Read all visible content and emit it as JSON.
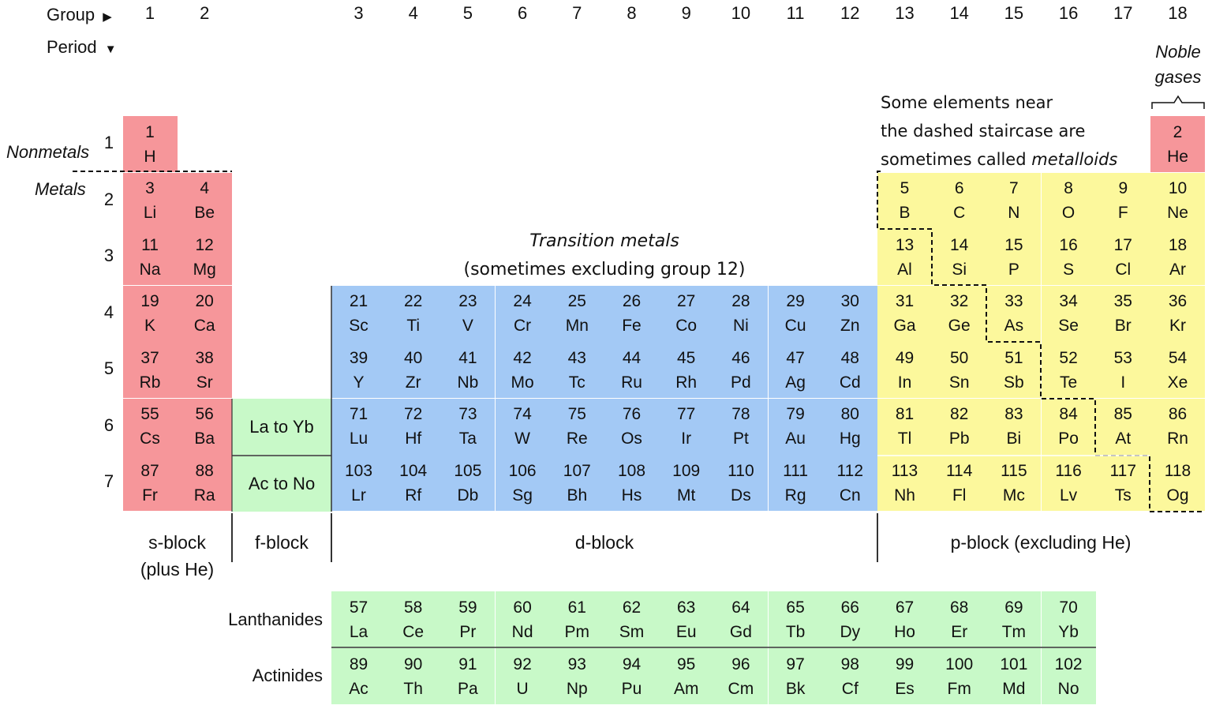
{
  "header": {
    "group_label": "Group",
    "group_arrow": "▶",
    "period_label": "Period",
    "period_arrow": "▼"
  },
  "groups": [
    "1",
    "2",
    "3",
    "4",
    "5",
    "6",
    "7",
    "8",
    "9",
    "10",
    "11",
    "12",
    "13",
    "14",
    "15",
    "16",
    "17",
    "18"
  ],
  "periods": [
    "1",
    "2",
    "3",
    "4",
    "5",
    "6",
    "7"
  ],
  "labels": {
    "nonmetals": "Nonmetals",
    "metals": "Metals",
    "noble_gases_line1": "Noble",
    "noble_gases_line2": "gases",
    "transition_metals": "Transition metals",
    "transition_note": "(sometimes excluding group 12)",
    "metalloids_line1": "Some elements near",
    "metalloids_line2": "the dashed staircase are",
    "metalloids_line3_prefix": "sometimes called ",
    "metalloids_line3_em": "metalloids",
    "la_yb": "La to Yb",
    "ac_no": "Ac to No",
    "lanthanides": "Lanthanides",
    "actinides": "Actinides"
  },
  "blocks": {
    "s_line1": "s-block",
    "s_line2": "(plus He)",
    "f": "f-block",
    "d": "d-block",
    "p": "p-block (excluding He)"
  },
  "colors": {
    "s_block": "#f6969a",
    "d_block": "#a3c9f5",
    "p_block": "#fcf89c",
    "f_block": "#c8f9c8"
  },
  "elements": [
    {
      "n": "1",
      "sym": "H",
      "g": 1,
      "p": 1,
      "block": "s"
    },
    {
      "n": "2",
      "sym": "He",
      "g": 18,
      "p": 1,
      "block": "s"
    },
    {
      "n": "3",
      "sym": "Li",
      "g": 1,
      "p": 2,
      "block": "s"
    },
    {
      "n": "4",
      "sym": "Be",
      "g": 2,
      "p": 2,
      "block": "s"
    },
    {
      "n": "5",
      "sym": "B",
      "g": 13,
      "p": 2,
      "block": "p"
    },
    {
      "n": "6",
      "sym": "C",
      "g": 14,
      "p": 2,
      "block": "p"
    },
    {
      "n": "7",
      "sym": "N",
      "g": 15,
      "p": 2,
      "block": "p"
    },
    {
      "n": "8",
      "sym": "O",
      "g": 16,
      "p": 2,
      "block": "p"
    },
    {
      "n": "9",
      "sym": "F",
      "g": 17,
      "p": 2,
      "block": "p"
    },
    {
      "n": "10",
      "sym": "Ne",
      "g": 18,
      "p": 2,
      "block": "p"
    },
    {
      "n": "11",
      "sym": "Na",
      "g": 1,
      "p": 3,
      "block": "s"
    },
    {
      "n": "12",
      "sym": "Mg",
      "g": 2,
      "p": 3,
      "block": "s"
    },
    {
      "n": "13",
      "sym": "Al",
      "g": 13,
      "p": 3,
      "block": "p"
    },
    {
      "n": "14",
      "sym": "Si",
      "g": 14,
      "p": 3,
      "block": "p"
    },
    {
      "n": "15",
      "sym": "P",
      "g": 15,
      "p": 3,
      "block": "p"
    },
    {
      "n": "16",
      "sym": "S",
      "g": 16,
      "p": 3,
      "block": "p"
    },
    {
      "n": "17",
      "sym": "Cl",
      "g": 17,
      "p": 3,
      "block": "p"
    },
    {
      "n": "18",
      "sym": "Ar",
      "g": 18,
      "p": 3,
      "block": "p"
    },
    {
      "n": "19",
      "sym": "K",
      "g": 1,
      "p": 4,
      "block": "s"
    },
    {
      "n": "20",
      "sym": "Ca",
      "g": 2,
      "p": 4,
      "block": "s"
    },
    {
      "n": "21",
      "sym": "Sc",
      "g": 3,
      "p": 4,
      "block": "d"
    },
    {
      "n": "22",
      "sym": "Ti",
      "g": 4,
      "p": 4,
      "block": "d"
    },
    {
      "n": "23",
      "sym": "V",
      "g": 5,
      "p": 4,
      "block": "d"
    },
    {
      "n": "24",
      "sym": "Cr",
      "g": 6,
      "p": 4,
      "block": "d"
    },
    {
      "n": "25",
      "sym": "Mn",
      "g": 7,
      "p": 4,
      "block": "d"
    },
    {
      "n": "26",
      "sym": "Fe",
      "g": 8,
      "p": 4,
      "block": "d"
    },
    {
      "n": "27",
      "sym": "Co",
      "g": 9,
      "p": 4,
      "block": "d"
    },
    {
      "n": "28",
      "sym": "Ni",
      "g": 10,
      "p": 4,
      "block": "d"
    },
    {
      "n": "29",
      "sym": "Cu",
      "g": 11,
      "p": 4,
      "block": "d"
    },
    {
      "n": "30",
      "sym": "Zn",
      "g": 12,
      "p": 4,
      "block": "d"
    },
    {
      "n": "31",
      "sym": "Ga",
      "g": 13,
      "p": 4,
      "block": "p"
    },
    {
      "n": "32",
      "sym": "Ge",
      "g": 14,
      "p": 4,
      "block": "p"
    },
    {
      "n": "33",
      "sym": "As",
      "g": 15,
      "p": 4,
      "block": "p"
    },
    {
      "n": "34",
      "sym": "Se",
      "g": 16,
      "p": 4,
      "block": "p"
    },
    {
      "n": "35",
      "sym": "Br",
      "g": 17,
      "p": 4,
      "block": "p"
    },
    {
      "n": "36",
      "sym": "Kr",
      "g": 18,
      "p": 4,
      "block": "p"
    },
    {
      "n": "37",
      "sym": "Rb",
      "g": 1,
      "p": 5,
      "block": "s"
    },
    {
      "n": "38",
      "sym": "Sr",
      "g": 2,
      "p": 5,
      "block": "s"
    },
    {
      "n": "39",
      "sym": "Y",
      "g": 3,
      "p": 5,
      "block": "d"
    },
    {
      "n": "40",
      "sym": "Zr",
      "g": 4,
      "p": 5,
      "block": "d"
    },
    {
      "n": "41",
      "sym": "Nb",
      "g": 5,
      "p": 5,
      "block": "d"
    },
    {
      "n": "42",
      "sym": "Mo",
      "g": 6,
      "p": 5,
      "block": "d"
    },
    {
      "n": "43",
      "sym": "Tc",
      "g": 7,
      "p": 5,
      "block": "d"
    },
    {
      "n": "44",
      "sym": "Ru",
      "g": 8,
      "p": 5,
      "block": "d"
    },
    {
      "n": "45",
      "sym": "Rh",
      "g": 9,
      "p": 5,
      "block": "d"
    },
    {
      "n": "46",
      "sym": "Pd",
      "g": 10,
      "p": 5,
      "block": "d"
    },
    {
      "n": "47",
      "sym": "Ag",
      "g": 11,
      "p": 5,
      "block": "d"
    },
    {
      "n": "48",
      "sym": "Cd",
      "g": 12,
      "p": 5,
      "block": "d"
    },
    {
      "n": "49",
      "sym": "In",
      "g": 13,
      "p": 5,
      "block": "p"
    },
    {
      "n": "50",
      "sym": "Sn",
      "g": 14,
      "p": 5,
      "block": "p"
    },
    {
      "n": "51",
      "sym": "Sb",
      "g": 15,
      "p": 5,
      "block": "p"
    },
    {
      "n": "52",
      "sym": "Te",
      "g": 16,
      "p": 5,
      "block": "p"
    },
    {
      "n": "53",
      "sym": "I",
      "g": 17,
      "p": 5,
      "block": "p"
    },
    {
      "n": "54",
      "sym": "Xe",
      "g": 18,
      "p": 5,
      "block": "p"
    },
    {
      "n": "55",
      "sym": "Cs",
      "g": 1,
      "p": 6,
      "block": "s"
    },
    {
      "n": "56",
      "sym": "Ba",
      "g": 2,
      "p": 6,
      "block": "s"
    },
    {
      "n": "71",
      "sym": "Lu",
      "g": 3,
      "p": 6,
      "block": "d"
    },
    {
      "n": "72",
      "sym": "Hf",
      "g": 4,
      "p": 6,
      "block": "d"
    },
    {
      "n": "73",
      "sym": "Ta",
      "g": 5,
      "p": 6,
      "block": "d"
    },
    {
      "n": "74",
      "sym": "W",
      "g": 6,
      "p": 6,
      "block": "d"
    },
    {
      "n": "75",
      "sym": "Re",
      "g": 7,
      "p": 6,
      "block": "d"
    },
    {
      "n": "76",
      "sym": "Os",
      "g": 8,
      "p": 6,
      "block": "d"
    },
    {
      "n": "77",
      "sym": "Ir",
      "g": 9,
      "p": 6,
      "block": "d"
    },
    {
      "n": "78",
      "sym": "Pt",
      "g": 10,
      "p": 6,
      "block": "d"
    },
    {
      "n": "79",
      "sym": "Au",
      "g": 11,
      "p": 6,
      "block": "d"
    },
    {
      "n": "80",
      "sym": "Hg",
      "g": 12,
      "p": 6,
      "block": "d"
    },
    {
      "n": "81",
      "sym": "Tl",
      "g": 13,
      "p": 6,
      "block": "p"
    },
    {
      "n": "82",
      "sym": "Pb",
      "g": 14,
      "p": 6,
      "block": "p"
    },
    {
      "n": "83",
      "sym": "Bi",
      "g": 15,
      "p": 6,
      "block": "p"
    },
    {
      "n": "84",
      "sym": "Po",
      "g": 16,
      "p": 6,
      "block": "p"
    },
    {
      "n": "85",
      "sym": "At",
      "g": 17,
      "p": 6,
      "block": "p"
    },
    {
      "n": "86",
      "sym": "Rn",
      "g": 18,
      "p": 6,
      "block": "p"
    },
    {
      "n": "87",
      "sym": "Fr",
      "g": 1,
      "p": 7,
      "block": "s"
    },
    {
      "n": "88",
      "sym": "Ra",
      "g": 2,
      "p": 7,
      "block": "s"
    },
    {
      "n": "103",
      "sym": "Lr",
      "g": 3,
      "p": 7,
      "block": "d"
    },
    {
      "n": "104",
      "sym": "Rf",
      "g": 4,
      "p": 7,
      "block": "d"
    },
    {
      "n": "105",
      "sym": "Db",
      "g": 5,
      "p": 7,
      "block": "d"
    },
    {
      "n": "106",
      "sym": "Sg",
      "g": 6,
      "p": 7,
      "block": "d"
    },
    {
      "n": "107",
      "sym": "Bh",
      "g": 7,
      "p": 7,
      "block": "d"
    },
    {
      "n": "108",
      "sym": "Hs",
      "g": 8,
      "p": 7,
      "block": "d"
    },
    {
      "n": "109",
      "sym": "Mt",
      "g": 9,
      "p": 7,
      "block": "d"
    },
    {
      "n": "110",
      "sym": "Ds",
      "g": 10,
      "p": 7,
      "block": "d"
    },
    {
      "n": "111",
      "sym": "Rg",
      "g": 11,
      "p": 7,
      "block": "d"
    },
    {
      "n": "112",
      "sym": "Cn",
      "g": 12,
      "p": 7,
      "block": "d"
    },
    {
      "n": "113",
      "sym": "Nh",
      "g": 13,
      "p": 7,
      "block": "p"
    },
    {
      "n": "114",
      "sym": "Fl",
      "g": 14,
      "p": 7,
      "block": "p"
    },
    {
      "n": "115",
      "sym": "Mc",
      "g": 15,
      "p": 7,
      "block": "p"
    },
    {
      "n": "116",
      "sym": "Lv",
      "g": 16,
      "p": 7,
      "block": "p"
    },
    {
      "n": "117",
      "sym": "Ts",
      "g": 17,
      "p": 7,
      "block": "p"
    },
    {
      "n": "118",
      "sym": "Og",
      "g": 18,
      "p": 7,
      "block": "p"
    }
  ],
  "lanthanides": [
    {
      "n": "57",
      "sym": "La"
    },
    {
      "n": "58",
      "sym": "Ce"
    },
    {
      "n": "59",
      "sym": "Pr"
    },
    {
      "n": "60",
      "sym": "Nd"
    },
    {
      "n": "61",
      "sym": "Pm"
    },
    {
      "n": "62",
      "sym": "Sm"
    },
    {
      "n": "63",
      "sym": "Eu"
    },
    {
      "n": "64",
      "sym": "Gd"
    },
    {
      "n": "65",
      "sym": "Tb"
    },
    {
      "n": "66",
      "sym": "Dy"
    },
    {
      "n": "67",
      "sym": "Ho"
    },
    {
      "n": "68",
      "sym": "Er"
    },
    {
      "n": "69",
      "sym": "Tm"
    },
    {
      "n": "70",
      "sym": "Yb"
    }
  ],
  "actinides": [
    {
      "n": "89",
      "sym": "Ac"
    },
    {
      "n": "90",
      "sym": "Th"
    },
    {
      "n": "91",
      "sym": "Pa"
    },
    {
      "n": "92",
      "sym": "U"
    },
    {
      "n": "93",
      "sym": "Np"
    },
    {
      "n": "94",
      "sym": "Pu"
    },
    {
      "n": "95",
      "sym": "Am"
    },
    {
      "n": "96",
      "sym": "Cm"
    },
    {
      "n": "97",
      "sym": "Bk"
    },
    {
      "n": "98",
      "sym": "Cf"
    },
    {
      "n": "99",
      "sym": "Es"
    },
    {
      "n": "100",
      "sym": "Fm"
    },
    {
      "n": "101",
      "sym": "Md"
    },
    {
      "n": "102",
      "sym": "No"
    }
  ]
}
